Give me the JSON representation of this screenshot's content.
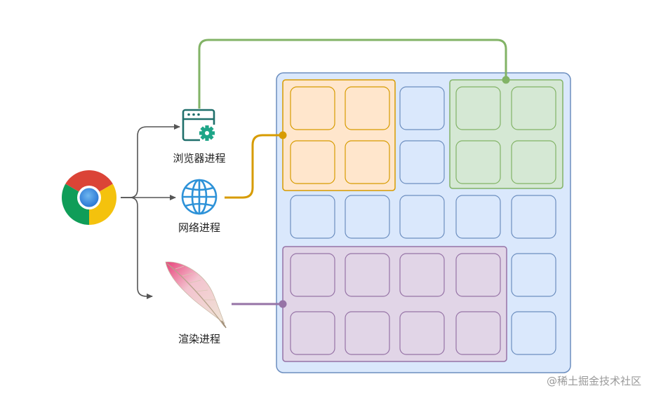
{
  "labels": {
    "browser_process": "浏览器进程",
    "network_process": "网络进程",
    "render_process": "渲染进程"
  },
  "watermark": "@稀土掘金技术社区",
  "icons": {
    "app": "chrome-logo-icon",
    "browser": "browser-window-gear-icon",
    "network": "globe-icon",
    "render": "feather-quill-icon"
  },
  "colors": {
    "memory_fill": "#dae8fc",
    "memory_stroke": "#6c8ebf",
    "browser_group": "#82b366",
    "browser_fill": "#d5e8d4",
    "network_group": "#d79b00",
    "network_fill": "#ffe6cc",
    "render_group": "#9673a6",
    "render_fill": "#e1d5e7",
    "arrow": "#555555"
  }
}
